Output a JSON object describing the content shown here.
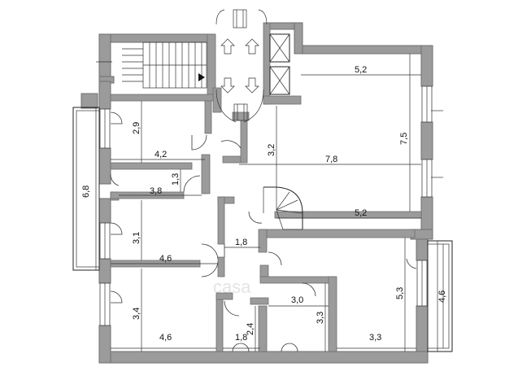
{
  "plan": {
    "watermark": "casa",
    "dimensions": {
      "main_width": "5,2",
      "main_height": "7,5",
      "main_lower_width": "7,8",
      "corridor_height": "3,2",
      "bottom_right_width": "5,2",
      "room1_height": "2,9",
      "room1_width": "4,2",
      "bath_height": "1,3",
      "bath_width": "3,8",
      "balcony_left": "6,8",
      "room2_height": "3,1",
      "room2_width": "4,6",
      "hall_width": "1,8",
      "room3_height": "3,4",
      "room3_width": "4,6",
      "small_width": "1,8",
      "small_height": "2,4",
      "kitchen_width": "3,0",
      "kitchen_height": "3,3",
      "room_right_width": "3,3",
      "room_right_height": "5,3",
      "balcony_right": "4,6"
    }
  }
}
